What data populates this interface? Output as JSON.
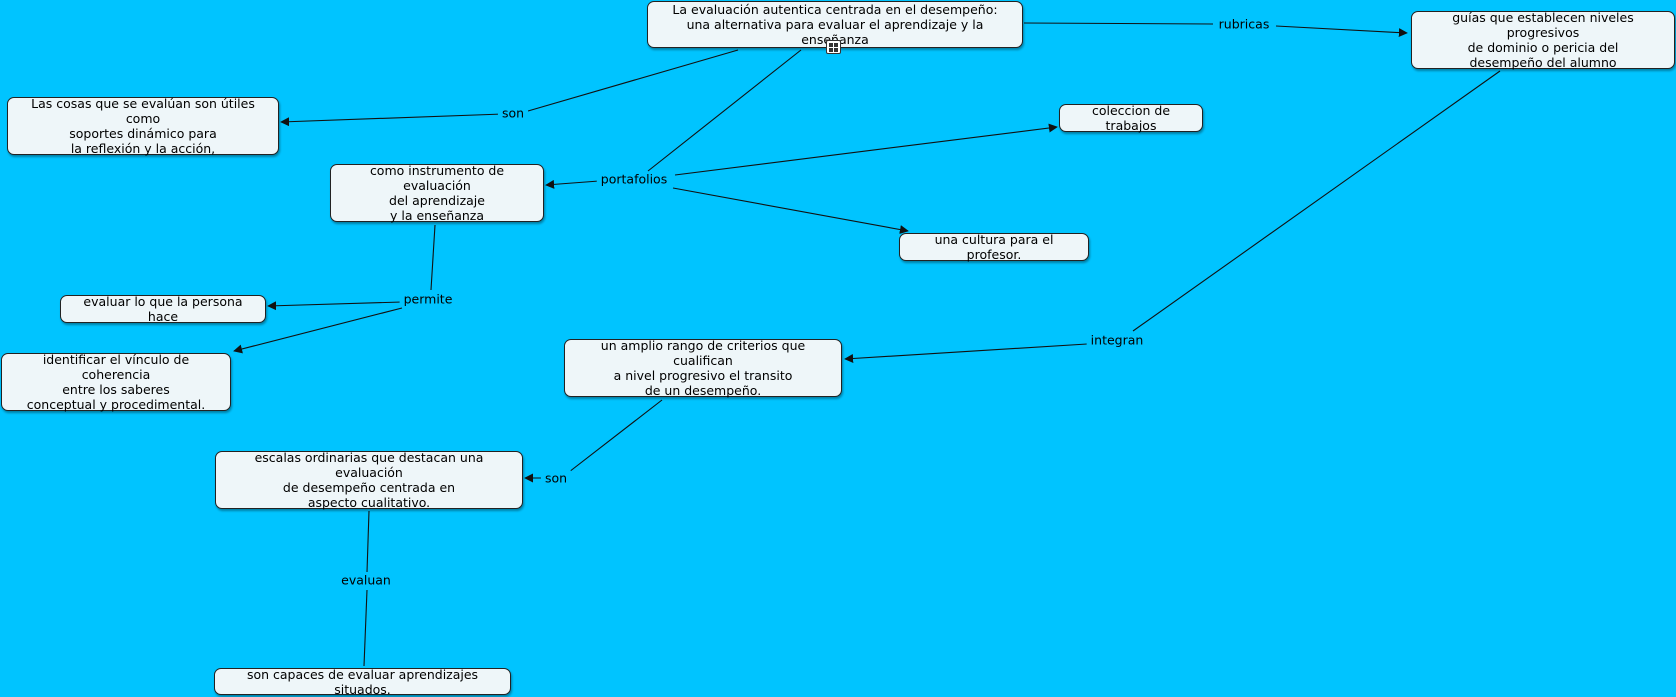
{
  "nodes": {
    "main": "La evaluación  autentica centrada en el desempeño:\nuna alternativa  para evaluar el aprendizaje y la enseñanza",
    "guias": "guías que establecen niveles progresivos\nde dominio o pericia del\ndesempeño del alumno",
    "cosas": "Las cosas que se evalúan son útiles como\nsoportes dinámico para\nla reflexión y la acción,",
    "instrumento": "como instrumento de evaluación\ndel aprendizaje\ny la enseñanza",
    "coleccion": "coleccion de trabajos",
    "cultura": "una cultura para el profesor.",
    "evaluar": "evaluar lo que la persona hace",
    "identificar": "identificar el vínculo de coherencia\nentre los saberes\nconceptual y procedimental.",
    "rango": "un amplio rango de criterios que cualifican\na nivel progresivo el transito\nde un desempeño.",
    "escalas": "escalas ordinarias que destacan una evaluación\nde desempeño centrada en\naspecto cualitativo.",
    "capaces": "son capaces de evaluar aprendizajes situados."
  },
  "links": {
    "rubricas": "rubricas",
    "son_1": "son",
    "portafolios": "portafolios",
    "permite": "permite",
    "integran": "integran",
    "son_2": "son",
    "evaluan": "evaluan"
  },
  "colors": {
    "background": "#00c4ff",
    "node_fill": "#eef6f9",
    "line": "#111111"
  },
  "icons": [
    "resource-grid-icon"
  ]
}
